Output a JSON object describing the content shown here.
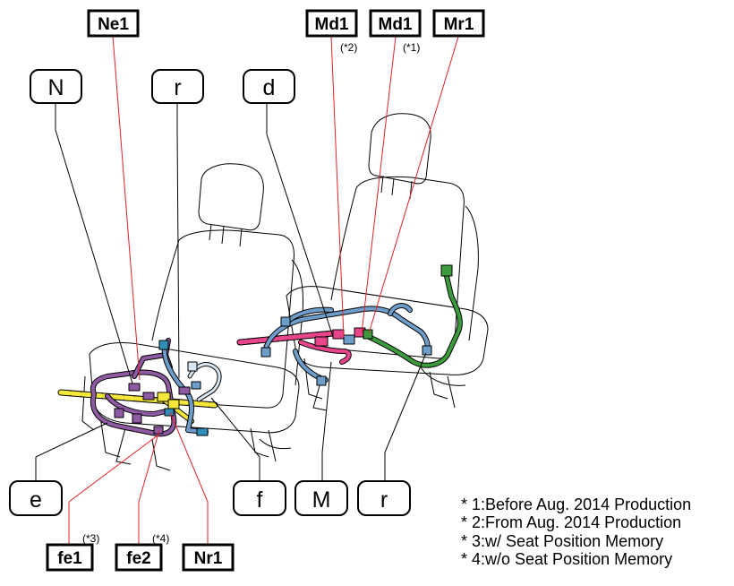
{
  "connectors": {
    "ne1": "Ne1",
    "md1_a": "Md1",
    "md1_b": "Md1",
    "mr1": "Mr1",
    "fe1": "fe1",
    "fe2": "fe2",
    "nr1": "Nr1"
  },
  "parts": {
    "n": "N",
    "r_top": "r",
    "d": "d",
    "e": "e",
    "f": "f",
    "m": "M",
    "r_bottom": "r"
  },
  "notes": {
    "md1_a": "(*2)",
    "md1_b": "(*1)",
    "fe1": "(*3)",
    "fe2": "(*4)"
  },
  "legend": [
    "* 1:Before Aug. 2014 Production",
    "* 2:From Aug. 2014 Production",
    "* 3:w/ Seat Position Memory",
    "* 4:w/o Seat Position Memory"
  ],
  "colors": {
    "wire_purple": "#8e5aa2",
    "wire_blue": "#6d9dc8",
    "wire_yellow": "#f5e63a",
    "wire_pink": "#e8468c",
    "wire_green": "#3c9b3c",
    "leader_red": "#e0202a"
  }
}
